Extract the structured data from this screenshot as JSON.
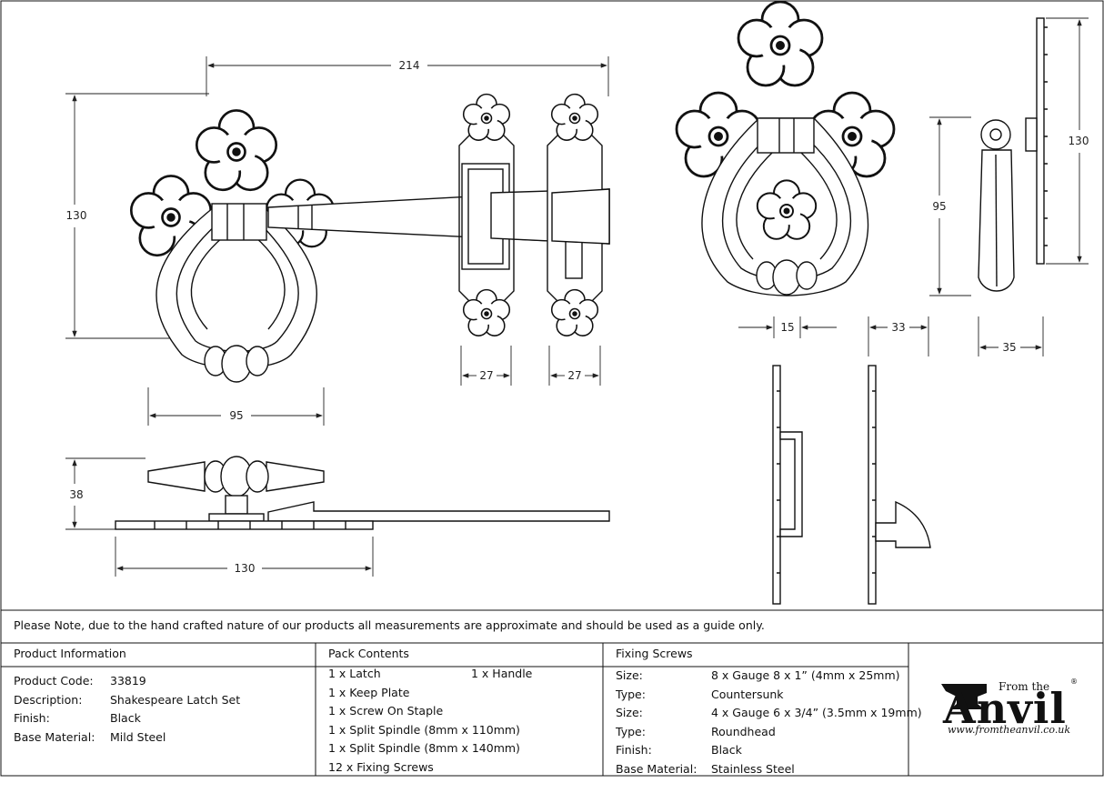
{
  "dimensions": {
    "front_width": "214",
    "front_height": "130",
    "ring_width": "95",
    "latch_bar_width": "27",
    "keep_width": "27",
    "side_depth": "38",
    "base_width": "130",
    "handle_height": "95",
    "handle_plate_height": "130",
    "staple_depth": "15",
    "keep_depth": "33",
    "handle_projection": "35"
  },
  "note": "Please Note, due to the hand crafted nature of our products all measurements are approximate and should be used as a guide only.",
  "product_info": {
    "heading": "Product Information",
    "rows": [
      {
        "label": "Product Code:",
        "value": "33819"
      },
      {
        "label": "Description:",
        "value": "Shakespeare Latch Set"
      },
      {
        "label": "Finish:",
        "value": "Black"
      },
      {
        "label": "Base Material:",
        "value": "Mild Steel"
      }
    ]
  },
  "pack_contents": {
    "heading": "Pack Contents",
    "items": [
      "1 x Latch",
      "1 x Keep Plate",
      "1 x Screw On Staple",
      "1 x Split Spindle (8mm x 110mm)",
      "1 x Split Spindle (8mm x 140mm)",
      "12 x Fixing Screws"
    ],
    "extra_item": "1 x Handle"
  },
  "fixing_screws": {
    "heading": "Fixing Screws",
    "rows": [
      {
        "label": "Size:",
        "value": "8 x Gauge 8 x 1” (4mm x 25mm)"
      },
      {
        "label": "Type:",
        "value": "Countersunk"
      },
      {
        "label": "Size:",
        "value": "4 x Gauge 6 x 3/4” (3.5mm x 19mm)"
      },
      {
        "label": "Type:",
        "value": "Roundhead"
      },
      {
        "label": "Finish:",
        "value": "Black"
      },
      {
        "label": "Base Material:",
        "value": "Stainless Steel"
      }
    ]
  },
  "logo": {
    "from": "From the",
    "name": "Anvil",
    "registered": "®",
    "url": "www.fromtheanvil.co.uk"
  }
}
